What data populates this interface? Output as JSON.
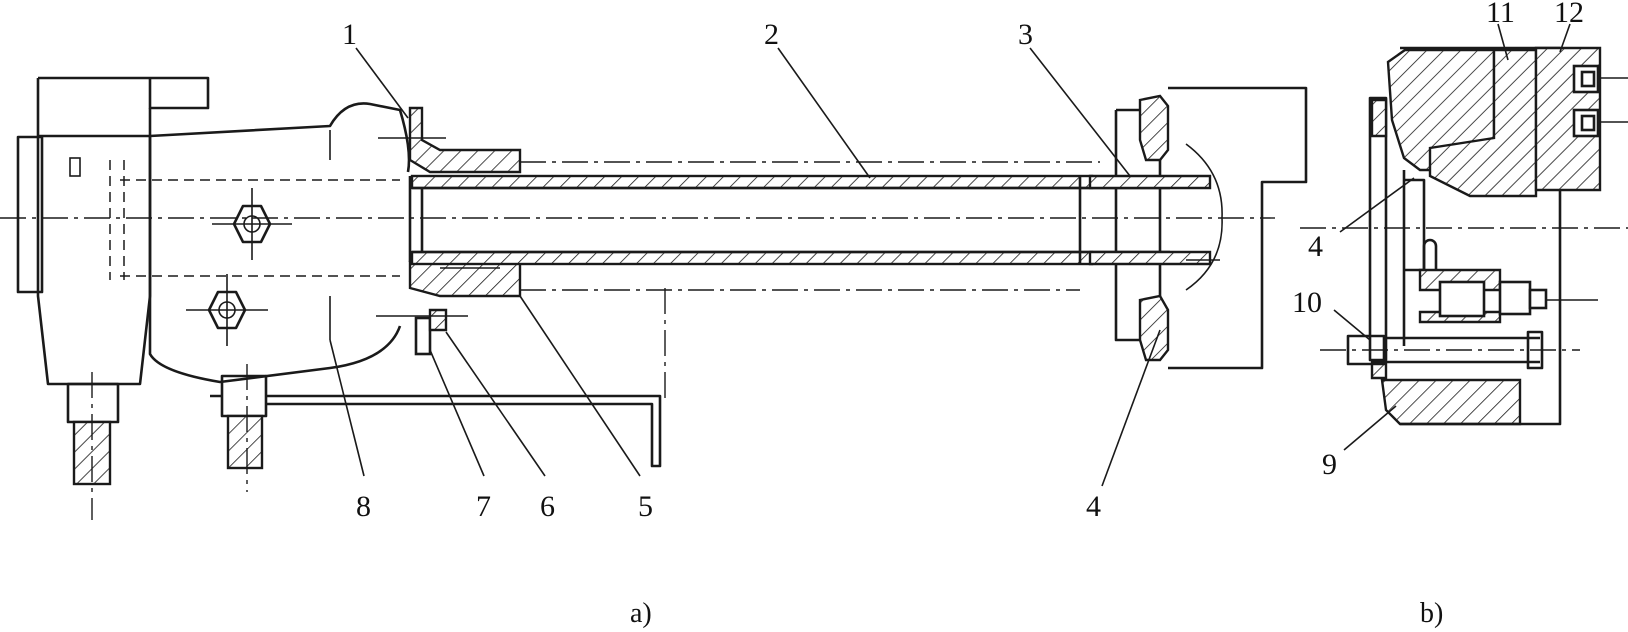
{
  "figure": {
    "caption_a": "a)",
    "caption_b": "b)",
    "callouts_a": [
      "1",
      "2",
      "3",
      "4",
      "5",
      "6",
      "7",
      "8"
    ],
    "callouts_b": [
      "4",
      "9",
      "10",
      "11",
      "12"
    ]
  },
  "colors": {
    "line": "#1a1a1a",
    "background": "#ffffff"
  }
}
